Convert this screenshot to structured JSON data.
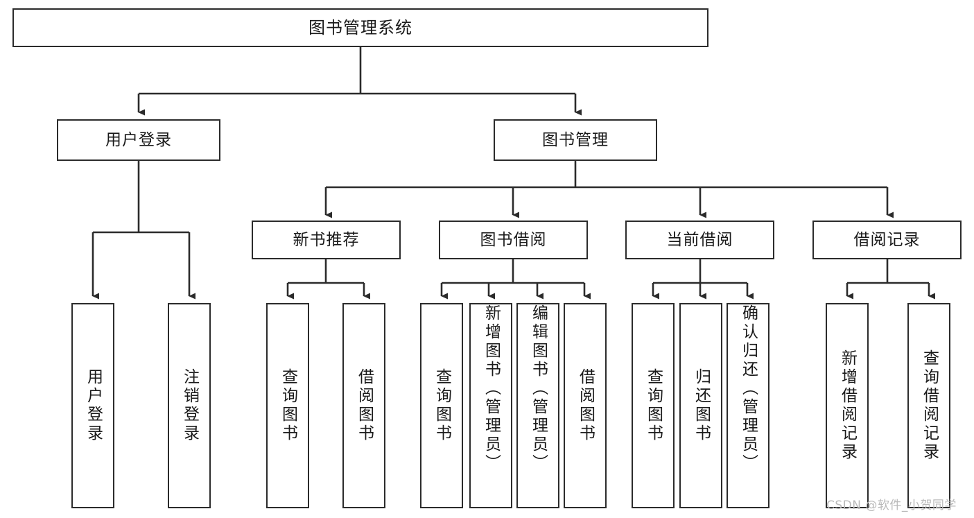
{
  "diagram": {
    "title": "图书管理系统",
    "type": "hierarchy-tree",
    "levels": 4,
    "colors": {
      "box_border": "#2b2b2b",
      "box_fill": "#ffffff",
      "edge": "#2b2b2b",
      "text": "#1a1a1a",
      "watermark": "#b9b9b9",
      "background": "#ffffff"
    },
    "nodes": {
      "root": {
        "label": "图书管理系统"
      },
      "level2": [
        {
          "id": "user-login",
          "label": "用户登录"
        },
        {
          "id": "book-manage",
          "label": "图书管理"
        }
      ],
      "level3": [
        {
          "id": "new-book-rec",
          "label": "新书推荐"
        },
        {
          "id": "book-borrow",
          "label": "图书借阅"
        },
        {
          "id": "current-borrow",
          "label": "当前借阅"
        },
        {
          "id": "borrow-record",
          "label": "借阅记录"
        }
      ],
      "leaves": {
        "user_login": [
          {
            "id": "leaf-user-login",
            "label": "用户登录"
          },
          {
            "id": "leaf-logout",
            "label": "注销登录"
          }
        ],
        "new_book_rec": [
          {
            "id": "leaf-query-book-1",
            "label": "查询图书"
          },
          {
            "id": "leaf-borrow-book-1",
            "label": "借阅图书"
          }
        ],
        "book_borrow": [
          {
            "id": "leaf-query-book-2",
            "label": "查询图书"
          },
          {
            "id": "leaf-add-book",
            "label": "新增图书（管理员）"
          },
          {
            "id": "leaf-edit-book",
            "label": "编辑图书（管理员）"
          },
          {
            "id": "leaf-borrow-book-2",
            "label": "借阅图书"
          }
        ],
        "current_borrow": [
          {
            "id": "leaf-query-book-3",
            "label": "查询图书"
          },
          {
            "id": "leaf-return-book",
            "label": "归还图书"
          },
          {
            "id": "leaf-confirm-return",
            "label": "确认归还（管理员）"
          }
        ],
        "borrow_record": [
          {
            "id": "leaf-add-record",
            "label": "新增借阅记录"
          },
          {
            "id": "leaf-query-record",
            "label": "查询借阅记录"
          }
        ]
      }
    },
    "watermark": "CSDN @软件_小贺同学"
  }
}
